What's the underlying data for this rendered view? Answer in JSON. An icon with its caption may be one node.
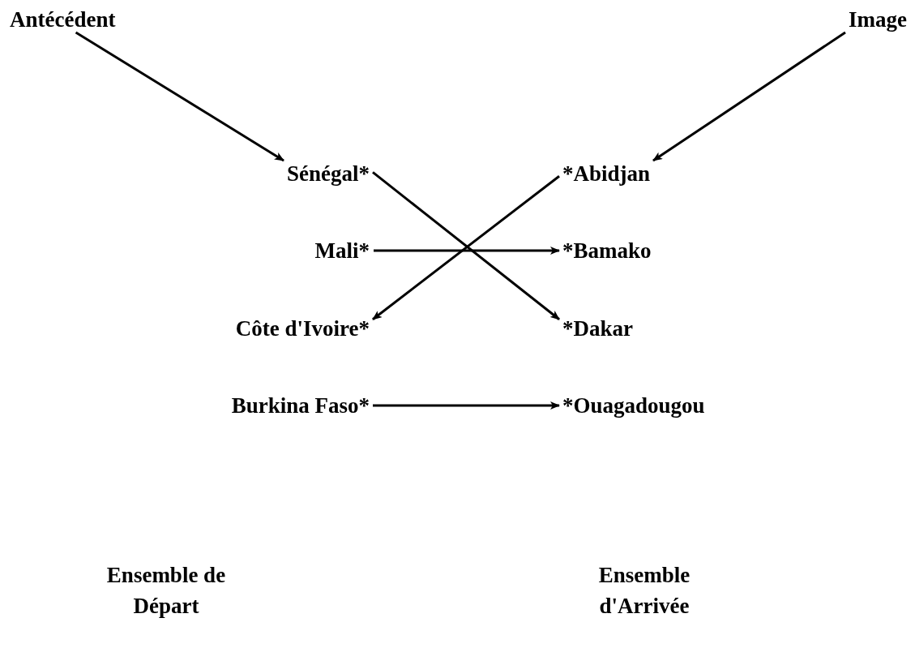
{
  "diagram": {
    "nodes": [
      {
        "text": [
          "Antécédent"
        ]
      },
      {
        "text": [
          "Image"
        ]
      },
      {
        "text": [
          "Sénégal*"
        ]
      },
      {
        "text": [
          "Mali*"
        ]
      },
      {
        "text": [
          "Côte d'Ivoire*"
        ]
      },
      {
        "text": [
          "Burkina Faso*"
        ]
      },
      {
        "text": [
          "*Abidjan"
        ]
      },
      {
        "text": [
          "*Bamako"
        ]
      },
      {
        "text": [
          "*Dakar"
        ]
      },
      {
        "text": [
          "*Ouagadougou"
        ]
      }
    ],
    "edges": [
      {
        "from": 0,
        "to": 2,
        "arrow": "to"
      },
      {
        "from": 1,
        "to": 6,
        "arrow": "to"
      },
      {
        "from": 2,
        "to": 8,
        "arrow": "to"
      },
      {
        "from": 3,
        "to": 7,
        "arrow": "to"
      },
      {
        "from": 6,
        "to": 4,
        "arrow": "to"
      },
      {
        "from": 5,
        "to": 9,
        "arrow": "to"
      }
    ],
    "labels": [
      "Ensemble de Départ",
      "Ensemble d'Arrivée"
    ]
  }
}
